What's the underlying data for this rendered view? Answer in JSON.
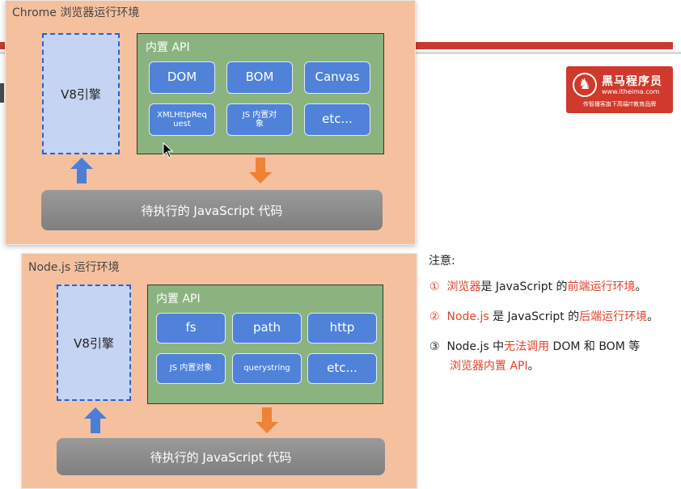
{
  "chrome": {
    "title": "Chrome 浏览器运行环境",
    "engine": "V8引擎",
    "api_title": "内置 API",
    "apis": [
      "DOM",
      "BOM",
      "Canvas",
      "XMLHttpRequest",
      "JS 内置对象",
      "etc..."
    ],
    "code": "待执行的 JavaScript 代码"
  },
  "node": {
    "title": "Node.js 运行环境",
    "engine": "V8引擎",
    "api_title": "内置 API",
    "apis": [
      "fs",
      "path",
      "http",
      "JS 内置对象",
      "querystring",
      "etc..."
    ],
    "code": "待执行的 JavaScript 代码"
  },
  "notes": {
    "title": "注意:",
    "n1": {
      "num": "①",
      "red1": "浏览器",
      "text1": "是 JavaScript 的",
      "red2": "前端运行环境",
      "text2": "。"
    },
    "n2": {
      "num": "②",
      "red1": "Node.js",
      "text1": " 是 JavaScript 的",
      "red2": "后端运行环境",
      "text2": "。"
    },
    "n3": {
      "num": "③",
      "text1": "Node.js 中",
      "red1": "无法调用",
      "text2": " DOM 和 BOM 等",
      "red2": "浏览器内置 API",
      "text3": "。"
    }
  },
  "logo": {
    "name": "黑马程序员",
    "url": "www.itheima.com",
    "slogan": "传智播客旗下高端IT教育品牌"
  },
  "colors": {
    "panel": "#f5c09e",
    "engine": "#c6d4f3",
    "api_box": "#8bb380",
    "api_item": "#4f82d8",
    "up_arrow": "#4a7fd6",
    "down_arrow": "#ef8234",
    "red_text": "#e0432a",
    "brand": "#d0392b"
  }
}
